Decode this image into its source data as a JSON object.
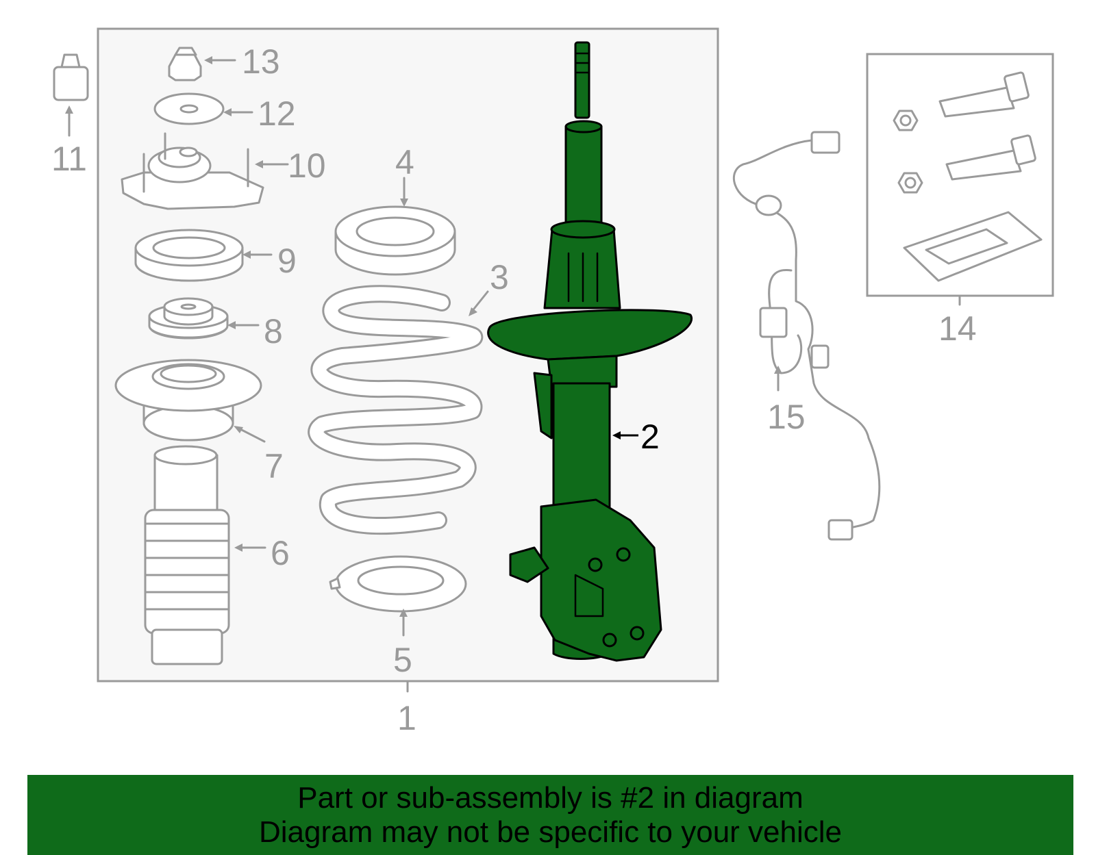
{
  "diagram": {
    "highlighted_part": "2",
    "highlight_color": "#0f6b1a",
    "callouts": {
      "c1": "1",
      "c2": "2",
      "c3": "3",
      "c4": "4",
      "c5": "5",
      "c6": "6",
      "c7": "7",
      "c8": "8",
      "c9": "9",
      "c10": "10",
      "c11": "11",
      "c12": "12",
      "c13": "13",
      "c14": "14",
      "c15": "15"
    }
  },
  "banner": {
    "line1": "Part or sub-assembly is #2 in diagram",
    "line2": "Diagram may not be specific to your vehicle",
    "background": "#0f6b1a"
  }
}
